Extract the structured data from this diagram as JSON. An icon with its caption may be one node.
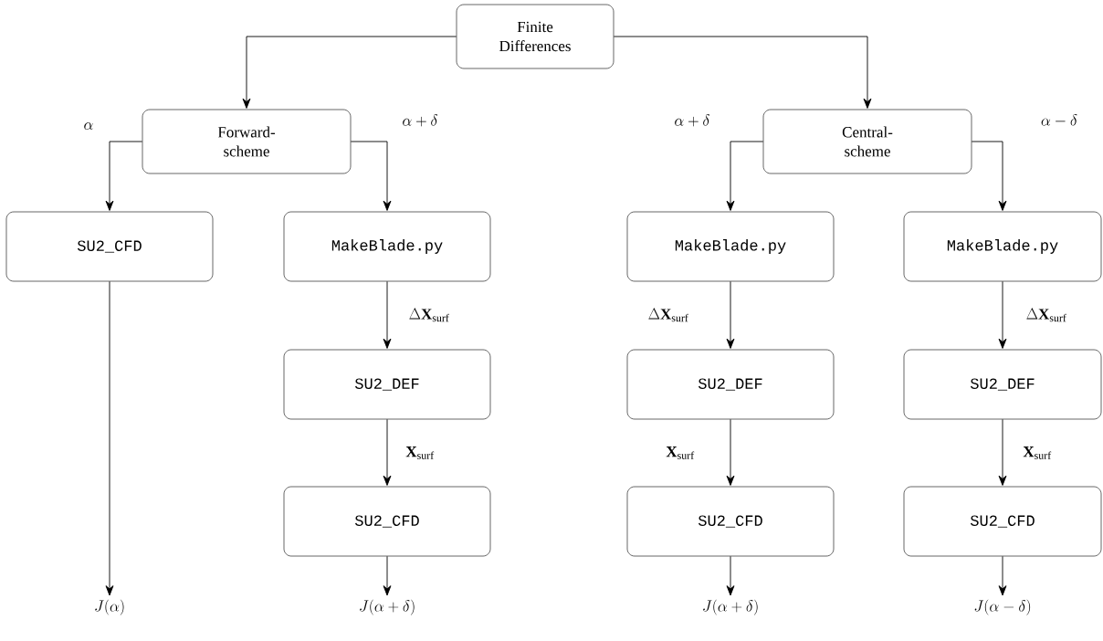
{
  "diagram": {
    "nodes": [
      {
        "text": [
          "Finite Differences"
        ]
      },
      {
        "text": [
          "Forward-scheme"
        ]
      },
      {
        "text": [
          "Central-scheme"
        ]
      },
      {
        "text": [
          "SU2_CFD"
        ]
      },
      {
        "text": [
          "MakeBlade.py"
        ]
      },
      {
        "text": [
          "SU2_DEF"
        ]
      },
      {
        "text": [
          "SU2_CFD"
        ]
      },
      {
        "text": [
          "MakeBlade.py"
        ]
      },
      {
        "text": [
          "SU2_DEF"
        ]
      },
      {
        "text": [
          "SU2_CFD"
        ]
      },
      {
        "text": [
          "MakeBlade.py"
        ]
      },
      {
        "text": [
          "SU2_DEF"
        ]
      },
      {
        "text": [
          "SU2_CFD"
        ]
      },
      {
        "text": [
          "J(\\alpha)"
        ]
      },
      {
        "text": [
          "J(\\alpha + \\delta)"
        ]
      },
      {
        "text": [
          "J(\\alpha + \\delta)"
        ]
      },
      {
        "text": [
          "J(\\alpha - \\delta)"
        ]
      }
    ],
    "edges": [
      {
        "from": 0,
        "to": 1,
        "arrow": "to"
      },
      {
        "from": 0,
        "to": 2,
        "arrow": "to"
      },
      {
        "from": 1,
        "to": 3,
        "arrow": "to",
        "label": "\\alpha"
      },
      {
        "from": 1,
        "to": 4,
        "arrow": "to",
        "label": "\\alpha + \\delta"
      },
      {
        "from": 2,
        "to": 7,
        "arrow": "to",
        "label": "\\alpha + \\delta"
      },
      {
        "from": 2,
        "to": 10,
        "arrow": "to",
        "label": "\\alpha - \\delta"
      },
      {
        "from": 4,
        "to": 5,
        "arrow": "to",
        "label": "\\Delta\\mathbf{X}_{\\mathrm{surf}}"
      },
      {
        "from": 5,
        "to": 6,
        "arrow": "to",
        "label": "\\mathbf{X}_{\\mathrm{surf}}"
      },
      {
        "from": 7,
        "to": 8,
        "arrow": "to",
        "label": "\\Delta\\mathbf{X}_{\\mathrm{surf}}"
      },
      {
        "from": 8,
        "to": 9,
        "arrow": "to",
        "label": "\\mathbf{X}_{\\mathrm{surf}}"
      },
      {
        "from": 10,
        "to": 11,
        "arrow": "to",
        "label": "\\Delta\\mathbf{X}_{\\mathrm{surf}}"
      },
      {
        "from": 11,
        "to": 12,
        "arrow": "to",
        "label": "\\mathbf{X}_{\\mathrm{surf}}"
      },
      {
        "from": 3,
        "to": 13,
        "arrow": "to"
      },
      {
        "from": 6,
        "to": 14,
        "arrow": "to"
      },
      {
        "from": 9,
        "to": 15,
        "arrow": "to"
      },
      {
        "from": 12,
        "to": 16,
        "arrow": "to"
      }
    ]
  }
}
